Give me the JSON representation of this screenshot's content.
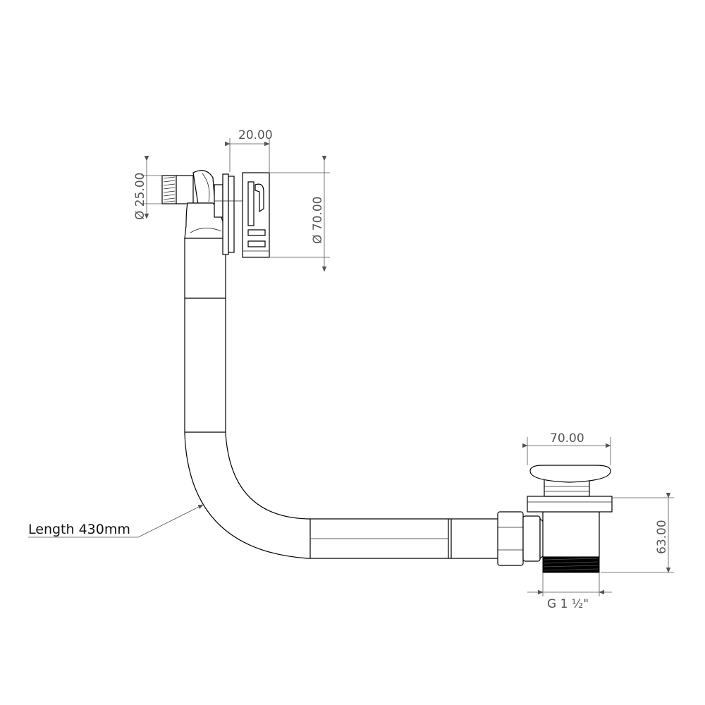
{
  "labels": {
    "length": "Length 430mm",
    "inlet_width": "20.00",
    "inlet_diameter_small": "Ø 25.00",
    "inlet_diameter_large": "Ø 70.00",
    "cap_width": "70.00",
    "waste_height": "63.00",
    "thread": "G 1 ½\""
  }
}
